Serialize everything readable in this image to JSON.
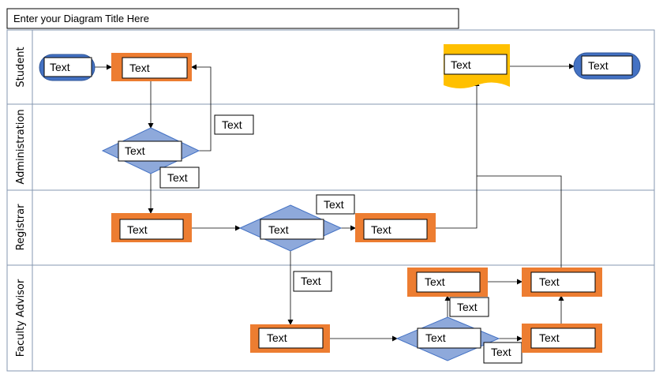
{
  "diagram_title": "Enter your Diagram Title Here",
  "lanes": [
    "Student",
    "Administration",
    "Registrar",
    "Faculty Advisor"
  ],
  "nodes": {
    "s_start": "Text",
    "s_process": "Text",
    "s_document": "Text",
    "s_end": "Text",
    "a_decision": "Text",
    "a_yes_label": "Text",
    "a_no_label": "Text",
    "r_process1": "Text",
    "r_decision": "Text",
    "r_decision_label": "Text",
    "r_process2": "Text",
    "f_branch_label": "Text",
    "f_process1": "Text",
    "f_decision": "Text",
    "f_up_label": "Text",
    "f_right_label": "Text",
    "f_top_process": "Text",
    "f_top_right_process": "Text",
    "f_bottom_right_process": "Text"
  },
  "colors": {
    "process_fill": "#ED7D31",
    "terminator_fill": "#4472C4",
    "decision_fill": "#8EA9DB",
    "document_fill": "#FFC000",
    "lane_border": "#8497B0"
  }
}
